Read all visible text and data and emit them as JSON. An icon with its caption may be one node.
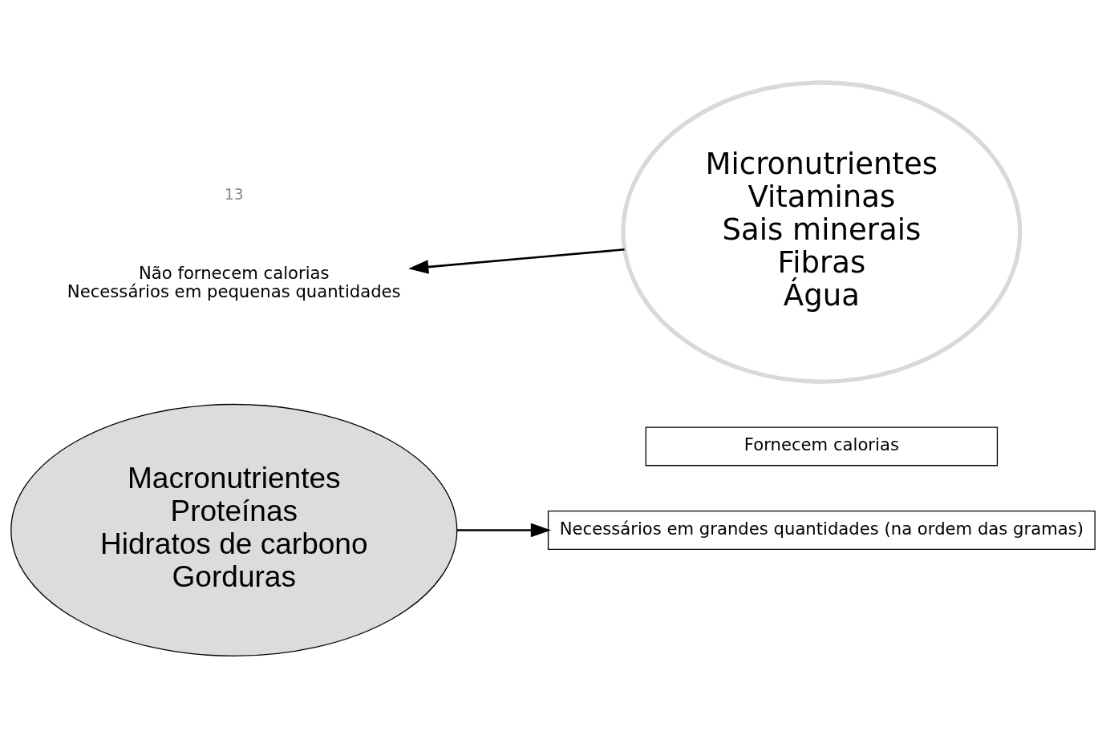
{
  "diagram": {
    "nodes": [
      {
        "text": [
          "Macronutrientes",
          "Proteínas",
          "Hidratos de carbono",
          "Gorduras"
        ]
      },
      {
        "text": [
          "Fornecem calorias"
        ]
      },
      {
        "text": [
          "Necessários em grandes quantidades (na ordem das gramas)"
        ]
      },
      {
        "text": [
          "Micronutrientes",
          "Vitaminas",
          "Sais minerais",
          "Fibras",
          "Água"
        ]
      },
      {
        "text": [
          "Não fornecem calorias",
          "Necessários em pequenas quantidades"
        ]
      }
    ],
    "edges": [
      {
        "from": 0,
        "to": 2,
        "arrow": "to"
      },
      {
        "from": 3,
        "to": 4,
        "arrow": "to"
      }
    ],
    "labels": [
      "13"
    ]
  }
}
